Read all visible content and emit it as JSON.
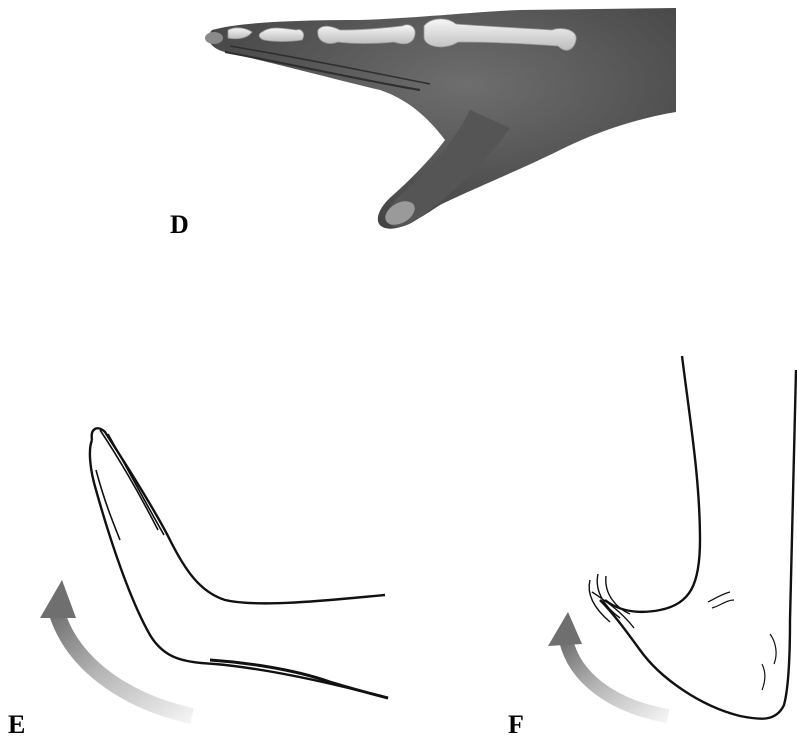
{
  "panels": [
    {
      "id": "D",
      "label": "D",
      "subject": "hand-with-finger-bones"
    },
    {
      "id": "E",
      "label": "E",
      "subject": "hand-extension-outline"
    },
    {
      "id": "F",
      "label": "F",
      "subject": "foot-dorsiflexion-outline"
    }
  ],
  "colors": {
    "skin_dark": "#4a4a4a",
    "skin_mid": "#6b6b6b",
    "bone": "#e4e4e4",
    "line": "#111111",
    "arrow_start": "#777777",
    "arrow_end": "#f0f0f0"
  }
}
